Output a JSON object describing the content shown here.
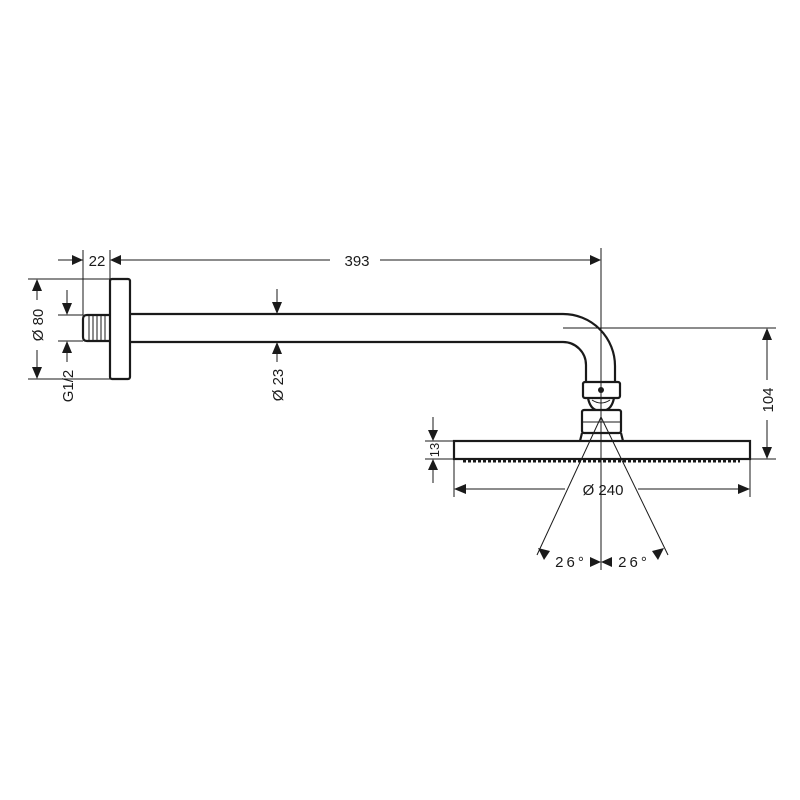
{
  "drawing": {
    "title": "Overhead shower with wall arm – dimension drawing",
    "dimensions": {
      "wall_flange_depth": "22",
      "arm_length": "393",
      "flange_diameter": "Ø 80",
      "thread": "G1/2",
      "arm_diameter": "Ø 23",
      "drop_height": "104",
      "head_thickness": "13",
      "head_diameter": "Ø 240",
      "angle_left": "26°",
      "angle_right": "26°"
    },
    "colors": {
      "line": "#1a1a1a",
      "background": "#ffffff"
    }
  }
}
